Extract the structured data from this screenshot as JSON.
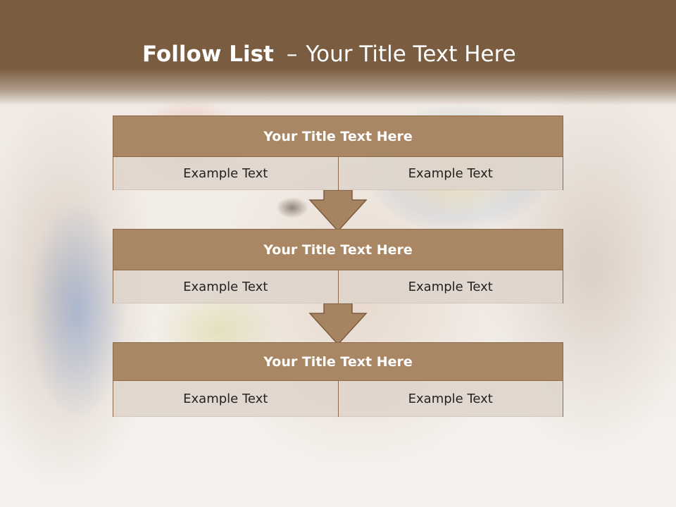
{
  "slide": {
    "title_bold": "Follow List",
    "title_separator": "–",
    "title_rest": "Your Title Text Here"
  },
  "colors": {
    "header": "#7a5d40",
    "block_head": "#aa8764",
    "block_border": "#8b6b4b",
    "cell_bg": "#ded4cb"
  },
  "steps": [
    {
      "title": "Your Title Text Here",
      "left_text": "Example Text",
      "right_text": "Example Text"
    },
    {
      "title": "Your Title Text Here",
      "left_text": "Example Text",
      "right_text": "Example Text"
    },
    {
      "title": "Your Title Text Here",
      "left_text": "Example Text",
      "right_text": "Example Text"
    }
  ],
  "connectors": [
    "down-arrow-icon",
    "down-arrow-icon"
  ]
}
